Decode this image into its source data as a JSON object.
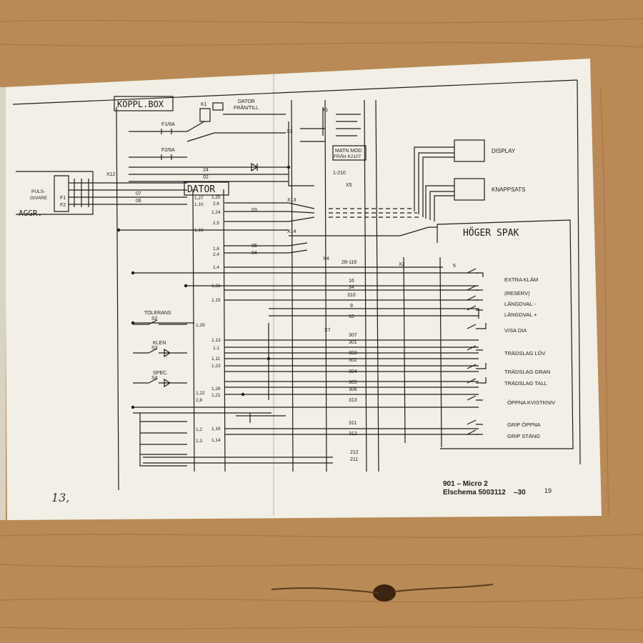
{
  "colors": {
    "table": "#b98a55",
    "paper": "#f1efe6",
    "ink": "#1c1c1c"
  },
  "diagram": {
    "headers": {
      "koppl_box": "KOPPL.BOX",
      "dator": "DATOR",
      "hoger_spak": "HÖGER SPAK",
      "aggr": "AGGR."
    },
    "top_blocks": {
      "dator_fran_till": [
        "DATOR",
        "FRÅN/TILL"
      ],
      "matn_mod": [
        "MATN MOD",
        "FRÅN K2107"
      ],
      "fuse1": "F1/6A",
      "fuse2": "F2/6A",
      "relay": "K1"
    },
    "left_block": {
      "pulsgivare": [
        "PULS-",
        "GIVARE"
      ],
      "pins": [
        "F1",
        "F2"
      ]
    },
    "external": {
      "display": "DISPLAY",
      "knappsats": "KNAPPSATS"
    },
    "left_switches": [
      {
        "label": "TOLERANS",
        "sw": "S2"
      },
      {
        "label": "KLEN",
        "sw": "S3"
      },
      {
        "label": "SPEC.",
        "sw": "S4"
      }
    ],
    "connectors": [
      "X1",
      "X2",
      "X3",
      "X4",
      "X5",
      "X7",
      "X12",
      "X13",
      "X14"
    ],
    "dator_pins": [
      "1,27",
      "1,10",
      "1,25",
      "2,6",
      "1,24",
      "2,5",
      "1,18",
      "1,6",
      "2,4",
      "1,4",
      "1,31",
      "1,15",
      "1,29",
      "1,13",
      "1,1",
      "1,11",
      "1,23",
      "1,28",
      "1,21",
      "1,22",
      "2,8",
      "1,2",
      "1,16",
      "1,3",
      "1,14"
    ],
    "wire_numbers": [
      "24",
      "02",
      "07",
      "06",
      "03",
      "05",
      "04",
      "5",
      "16",
      "34",
      "310",
      "9",
      "10",
      "307",
      "301",
      "303",
      "302",
      "304",
      "305",
      "306",
      "313",
      "311",
      "312",
      "212",
      "211",
      "28-116",
      "1-210"
    ],
    "switch_labels": [
      "EXTRA KLÄM",
      "(RESERV)",
      "LÄNGDVAL -",
      "LÄNGDVAL +",
      "VISA DIA",
      "TRÄDSLAG LÖV",
      "TRÄDSLAG GRAN",
      "TRÄDSLAG TALL",
      "ÖPPNA KVISTKNIV",
      "GRIP ÖPPNA",
      "GRIP STÄNG"
    ],
    "footer": {
      "line1": "901 – Micro 2",
      "line2": "Elschema 5003112    –30",
      "page": "19"
    },
    "handwritten": "13,"
  }
}
